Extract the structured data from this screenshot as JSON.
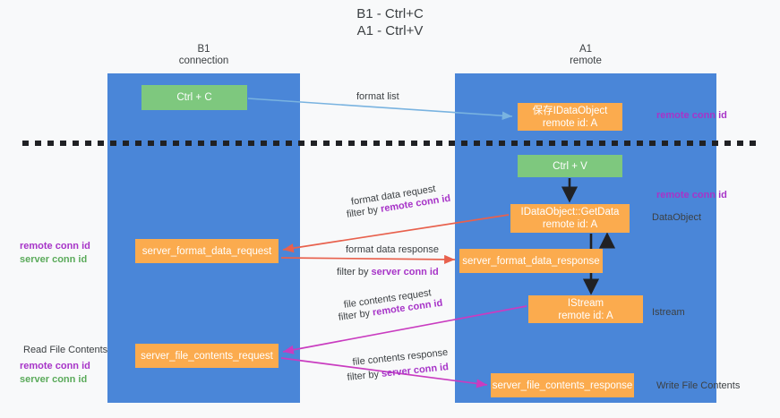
{
  "title": {
    "line1": "B1 - Ctrl+C",
    "line2": "A1 - Ctrl+V"
  },
  "columns": {
    "left": {
      "name": "B1",
      "role": "connection"
    },
    "right": {
      "name": "A1",
      "role": "remote"
    }
  },
  "nodes": {
    "ctrl_c": {
      "label": "Ctrl + C",
      "color": "#7ec87e"
    },
    "idataobject": {
      "line1": "保存IDataObject",
      "line2": "remote id: A",
      "color": "#fbab4e"
    },
    "ctrl_v": {
      "label": "Ctrl + V",
      "color": "#7ec87e"
    },
    "getdata": {
      "line1": "IDataObject::GetData",
      "line2": "remote id: A",
      "color": "#fbab4e"
    },
    "server_format_data_request": {
      "label": "server_format_data_request",
      "color": "#fbab4e"
    },
    "server_format_data_response": {
      "label": "server_format_data_response",
      "color": "#fbab4e"
    },
    "istream": {
      "line1": "IStream",
      "line2": "remote id: A",
      "color": "#fbab4e"
    },
    "server_file_contents_request": {
      "label": "server_file_contents_request",
      "color": "#fbab4e"
    },
    "server_file_contents_response": {
      "label": "server_file_contents_response",
      "color": "#fbab4e"
    }
  },
  "edge_labels": {
    "format_list": "format list",
    "format_data_request": "format data request",
    "format_data_request_filter_prefix": "filter by ",
    "format_data_request_filter_key": "remote conn id",
    "format_data_response": "format data response",
    "format_data_response_filter_prefix": "filter by ",
    "format_data_response_filter_key": "server conn id",
    "file_contents_request": "file contents request",
    "file_contents_request_filter_prefix": "filter by ",
    "file_contents_request_filter_key": "remote conn id",
    "file_contents_response": "file contents response",
    "file_contents_response_filter_prefix": "filter by ",
    "file_contents_response_filter_key": "server conn id"
  },
  "annotations": {
    "remote_conn_id_top": "remote conn id",
    "remote_conn_id_mid": "remote conn id",
    "dataobject": "DataObject",
    "istream": "Istream",
    "write_file_contents": "Write File Contents",
    "read_file_contents": "Read File Contents",
    "left_remote_conn_id_mid": "remote conn id",
    "left_server_conn_id_mid": "server conn id",
    "left_remote_conn_id_bot": "remote conn id",
    "left_server_conn_id_bot": "server conn id"
  },
  "colors": {
    "column_blue": "#4a86d8",
    "node_green": "#7ec87e",
    "node_orange": "#fbab4e",
    "arrow_lightblue": "#79b3e0",
    "arrow_red": "#e8614d",
    "arrow_magenta": "#c93cc0",
    "arrow_black": "#202124",
    "text_purple": "#a734c8",
    "text_green": "#5aaa5a",
    "background": "#f8f9fa"
  },
  "divider": {
    "style": "dashed",
    "color": "#202124"
  }
}
